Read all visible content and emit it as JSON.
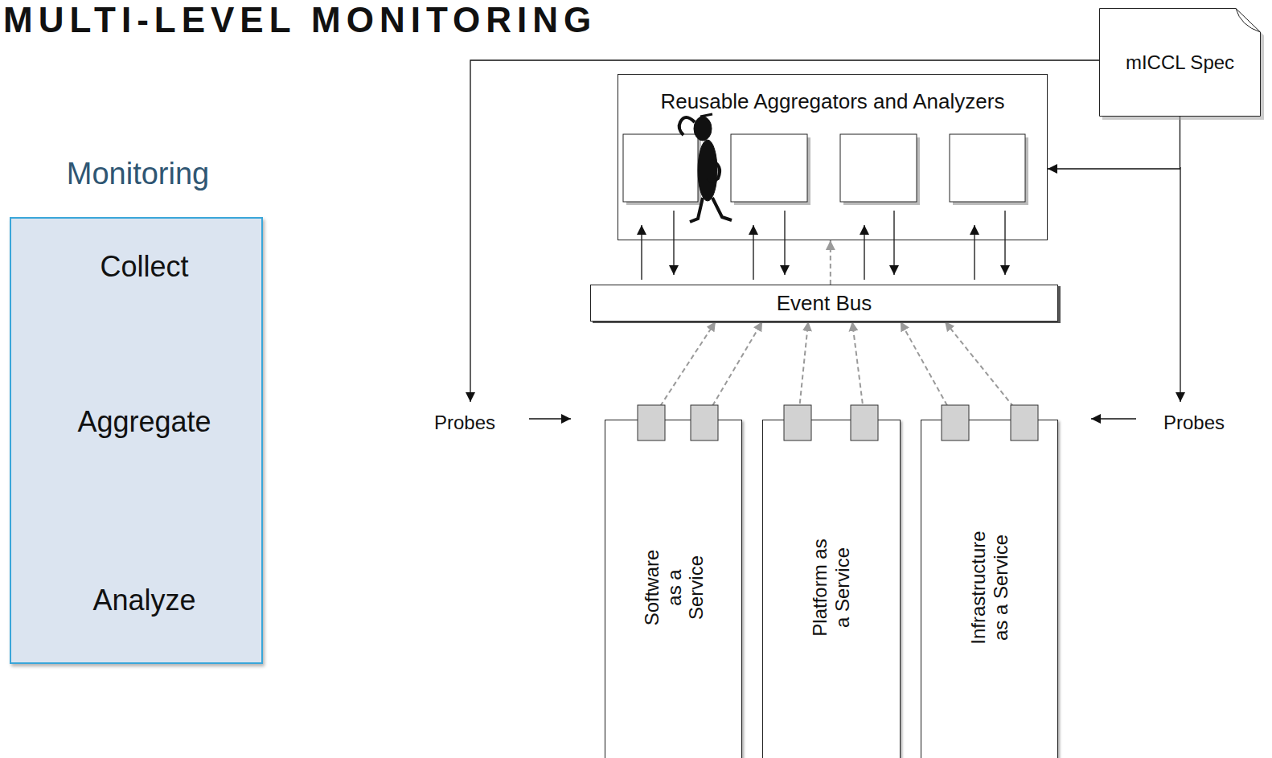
{
  "diagram": {
    "nodes": [
      {
        "text": [
          "Monitoring"
        ]
      },
      {
        "text": [
          "Collect"
        ],
        "in": 0
      },
      {
        "text": [
          "Aggregate"
        ],
        "in": 0
      },
      {
        "text": [
          "Analyze"
        ],
        "in": 0
      },
      {
        "text": [
          "Reusable Aggregators and Analyzers"
        ]
      },
      {
        "text": [
          "Event Bus"
        ]
      },
      {
        "text": [
          "mICCL Spec"
        ]
      },
      {
        "text": [
          "Software as a Service"
        ]
      },
      {
        "text": [
          "Platform as a Service"
        ]
      },
      {
        "text": [
          "Infrastructure as a Service"
        ]
      }
    ],
    "edges": [
      {
        "from": 1,
        "to": 2,
        "arrow": "to"
      },
      {
        "from": 2,
        "to": 3,
        "arrow": "to"
      },
      {
        "from": 5,
        "to": 4,
        "arrow": "to"
      },
      {
        "from": 6,
        "to": 4,
        "arrow": "to"
      },
      {
        "from": 7,
        "to": 5,
        "arrow": "to"
      },
      {
        "from": 7,
        "to": 5,
        "arrow": "to"
      },
      {
        "from": 8,
        "to": 5,
        "arrow": "to"
      },
      {
        "from": 8,
        "to": 5,
        "arrow": "to"
      },
      {
        "from": 9,
        "to": 5,
        "arrow": "to"
      },
      {
        "from": 9,
        "to": 5,
        "arrow": "to"
      }
    ],
    "labels": [
      "MULTI-LEVEL MONITORING",
      "Probes",
      "Probes"
    ]
  }
}
